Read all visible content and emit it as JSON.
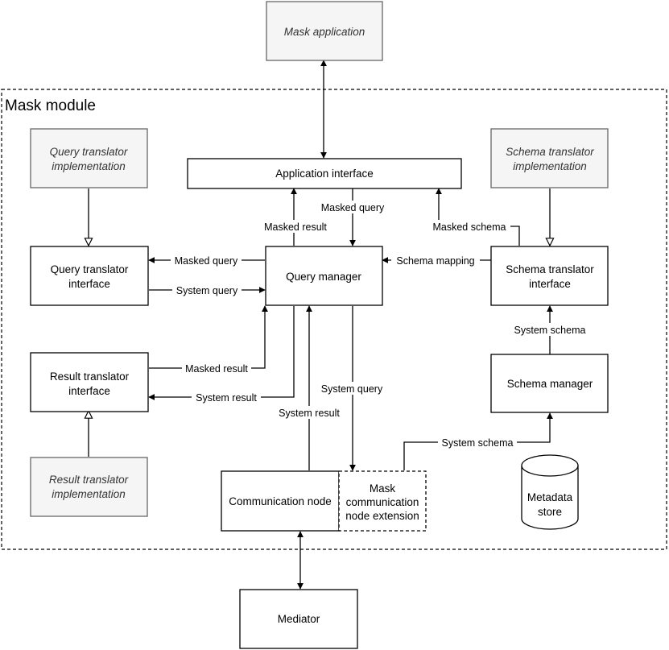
{
  "module": {
    "title": "Mask module"
  },
  "boxes": {
    "mask_application": "Mask application",
    "application_interface": "Application interface",
    "query_translator_impl": [
      "Query translator",
      "implementation"
    ],
    "schema_translator_impl": [
      "Schema translator",
      "implementation"
    ],
    "query_translator_interface": [
      "Query translator",
      "interface"
    ],
    "query_manager": "Query manager",
    "schema_translator_interface": [
      "Schema translator",
      "interface"
    ],
    "result_translator_interface": [
      "Result translator",
      "interface"
    ],
    "schema_manager": "Schema manager",
    "result_translator_impl": [
      "Result translator",
      "implementation"
    ],
    "communication_node": "Communication node",
    "mask_comm_ext": [
      "Mask",
      "communication",
      "node extension"
    ],
    "metadata_store": [
      "Metadata",
      "store"
    ],
    "mediator": "Mediator"
  },
  "edge_labels": {
    "masked_query_down": "Masked query",
    "masked_result_up": "Masked result",
    "masked_schema": "Masked schema",
    "masked_query_left": "Masked query",
    "system_query_right": "System query",
    "schema_mapping": "Schema mapping",
    "system_schema_up": "System schema",
    "masked_result_in": "Masked result",
    "system_result_out": "System result",
    "system_query_down": "System query",
    "system_result_up": "System result",
    "system_schema_store": "System schema"
  },
  "colors": {
    "extension_fill": "#f5f5f5",
    "extension_text": "#333333",
    "stroke": "#000000"
  }
}
